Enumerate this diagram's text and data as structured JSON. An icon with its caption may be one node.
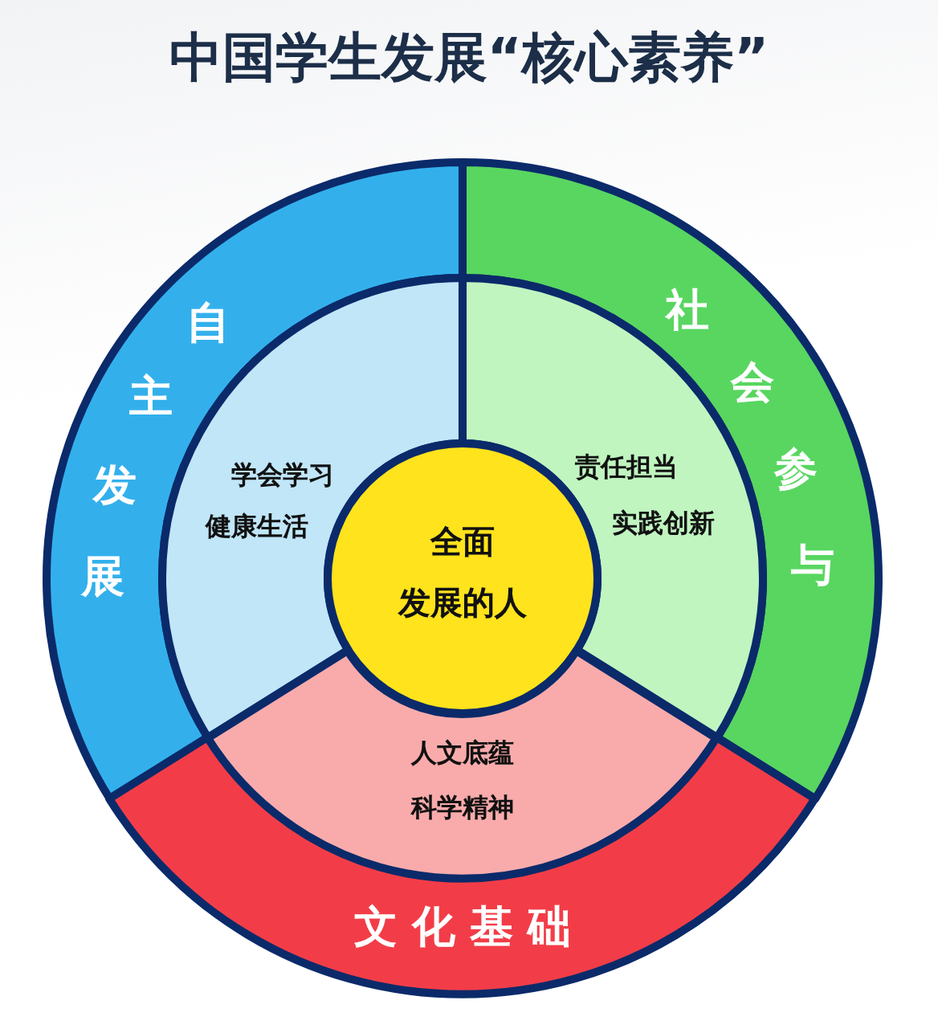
{
  "diagram": {
    "title": "中国学生发展“核心素养”",
    "nodes": [
      {
        "text": [
          "自主发展"
        ]
      },
      {
        "text": [
          "社会参与"
        ]
      },
      {
        "text": [
          "学会学习",
          "健康生活"
        ]
      },
      {
        "text": [
          "责任担当",
          "实践创新"
        ]
      },
      {
        "text": [
          "全面发展的人"
        ]
      },
      {
        "text": [
          "人文底蕴",
          "科学精神"
        ]
      },
      {
        "text": [
          "文化基础"
        ]
      }
    ]
  }
}
